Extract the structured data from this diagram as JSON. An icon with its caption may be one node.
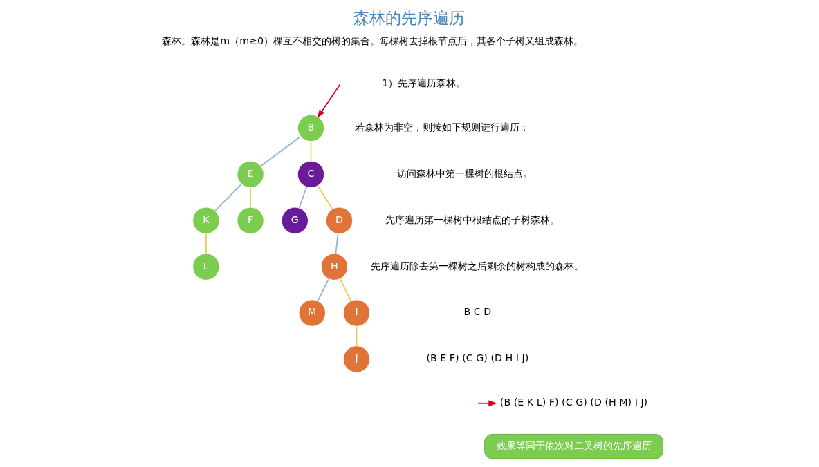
{
  "diagram": {
    "title": "森林的先序遍历",
    "nodes": [
      {
        "text": [
          "B"
        ]
      },
      {
        "text": [
          "E"
        ]
      },
      {
        "text": [
          "C"
        ]
      },
      {
        "text": [
          "K"
        ]
      },
      {
        "text": [
          "F"
        ]
      },
      {
        "text": [
          "G"
        ]
      },
      {
        "text": [
          "D"
        ]
      },
      {
        "text": [
          "L"
        ]
      },
      {
        "text": [
          "H"
        ]
      },
      {
        "text": [
          "M"
        ]
      },
      {
        "text": [
          "I"
        ]
      },
      {
        "text": [
          "J"
        ]
      },
      {
        "text": [
          "(B (E K L) F) (C G) (D (H M) I J)"
        ]
      },
      {
        "text": [
          "效果等同于依次对二叉树的先序遍历"
        ]
      }
    ],
    "edges": [
      {
        "from": null,
        "to": 0,
        "arrow": "to",
        "color": "#d0021b"
      },
      {
        "from": 0,
        "to": 1,
        "arrow": "none",
        "color": "#8fb4d6"
      },
      {
        "from": 0,
        "to": 2,
        "arrow": "none"
      },
      {
        "from": 1,
        "to": 3,
        "arrow": "none",
        "color": "#8fb4d6"
      },
      {
        "from": 1,
        "to": 4,
        "arrow": "none"
      },
      {
        "from": 2,
        "to": 5,
        "arrow": "none",
        "color": "#8fb4d6"
      },
      {
        "from": 2,
        "to": 6,
        "arrow": "none"
      },
      {
        "from": 3,
        "to": 7,
        "arrow": "none"
      },
      {
        "from": 6,
        "to": 8,
        "arrow": "none",
        "color": "#8fb4d6"
      },
      {
        "from": 8,
        "to": 9,
        "arrow": "none",
        "color": "#8fb4d6"
      },
      {
        "from": 8,
        "to": 10,
        "arrow": "none"
      },
      {
        "from": 10,
        "to": 11,
        "arrow": "none"
      },
      {
        "from": null,
        "to": 12,
        "arrow": "to",
        "color": "#d0021b"
      }
    ],
    "labels": [
      "森林。森林是m（m≥0）棵互不相交的树的集合。每棵树去掉根节点后，其各个子树又组成森林。",
      "1）先序遍历森林。",
      "若森林为非空，则按如下规则进行遍历：",
      "访问森林中第一棵树的根结点。",
      "先序遍历第一棵树中根结点的子树森林。",
      "先序遍历除去第一棵树之后剩余的树构成的森林。",
      "B C D",
      "(B E F) (C G) (D H I J)"
    ]
  }
}
